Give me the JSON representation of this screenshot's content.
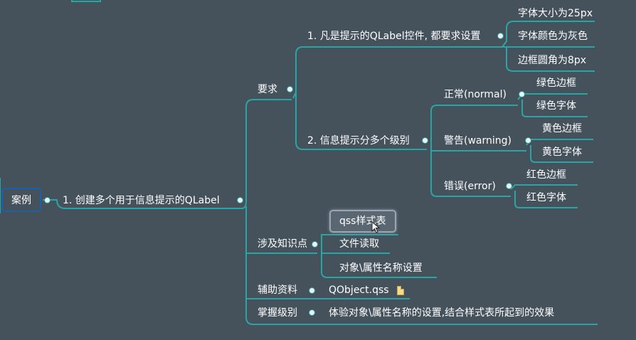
{
  "root": {
    "label": "案例"
  },
  "main_node": {
    "label": "1. 创建多个用于信息提示的QLabel"
  },
  "requirements": {
    "label": "要求",
    "item1": {
      "label": "1. 凡是提示的QLabel控件, 都要求设置",
      "children": [
        "字体大小为25px",
        "字体颜色为灰色",
        "边框圆角为8px"
      ]
    },
    "item2": {
      "label": "2. 信息提示分多个级别",
      "levels": [
        {
          "label": "正常(normal)",
          "children": [
            "绿色边框",
            "绿色字体"
          ]
        },
        {
          "label": "警告(warning)",
          "children": [
            "黄色边框",
            "黄色字体"
          ]
        },
        {
          "label": "错误(error)",
          "children": [
            "红色边框",
            "红色字体"
          ]
        }
      ]
    }
  },
  "knowledge": {
    "label": "涉及知识点",
    "children": [
      "qss样式表",
      "文件读取",
      "对象\\属性名称设置"
    ]
  },
  "resources": {
    "label": "辅助资料",
    "file": "QObject.qss",
    "file_icon": "file-icon"
  },
  "mastery": {
    "label": "掌握级别",
    "value": "体验对象\\属性名称的设置,结合样式表所起到的效果"
  },
  "colors": {
    "background": "#45525c",
    "line": "#2aa5a5",
    "root_border": "#1d5fa8"
  },
  "cursor_icon": "mouse-pointer-icon"
}
